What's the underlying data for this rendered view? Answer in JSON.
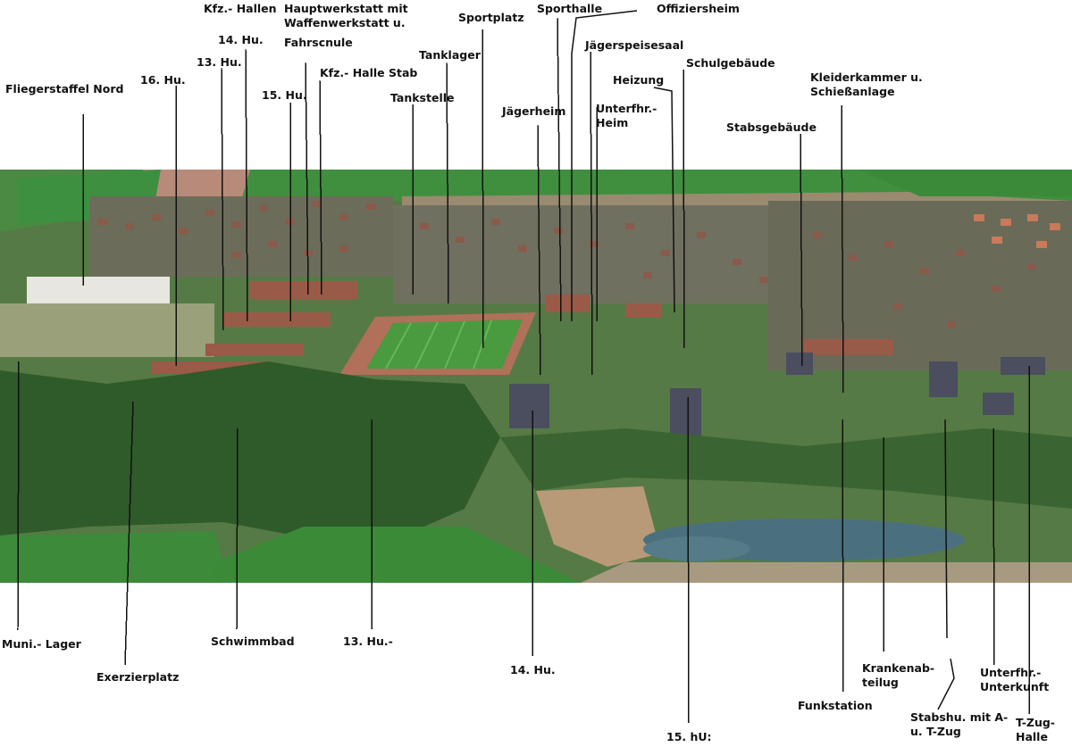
{
  "labels": {
    "top": [
      {
        "id": "kfz_hallen",
        "text": "Kfz.- Hallen"
      },
      {
        "id": "hauptwerkstatt",
        "text": "Hauptwerkstatt mit\nWaffenwerkstatt u."
      },
      {
        "id": "fahrschule",
        "text": "Fahrscnule"
      },
      {
        "id": "hu14_top",
        "text": "14. Hu."
      },
      {
        "id": "hu13_top",
        "text": "13. Hu."
      },
      {
        "id": "hu16",
        "text": "16. Hu."
      },
      {
        "id": "fliegerstaffel",
        "text": "Fliegerstaffel Nord"
      },
      {
        "id": "hu15_top",
        "text": "15. Hu."
      },
      {
        "id": "kfz_halle_stab",
        "text": "Kfz.- Halle Stab"
      },
      {
        "id": "tanklager",
        "text": "Tanklager"
      },
      {
        "id": "tankstelle",
        "text": "Tankstelle"
      },
      {
        "id": "sportplatz",
        "text": "Sportplatz"
      },
      {
        "id": "sporthalle",
        "text": "Sporthalle"
      },
      {
        "id": "offiziersheim",
        "text": "Offiziersheim"
      },
      {
        "id": "jaegerspeisesaal",
        "text": "Jägerspeisesaal"
      },
      {
        "id": "heizung",
        "text": "Heizung"
      },
      {
        "id": "schulgebaeude",
        "text": "Schulgebäude"
      },
      {
        "id": "jaegerheim",
        "text": "Jägerheim"
      },
      {
        "id": "unterfhr_heim",
        "text": "Unterfhr.-\nHeim"
      },
      {
        "id": "kleiderkammer",
        "text": "Kleiderkammer u.\nSchießanlage"
      },
      {
        "id": "stabsgebaeude",
        "text": "Stabsgebäude"
      }
    ],
    "bottom": [
      {
        "id": "muni_lager",
        "text": "Muni.- Lager"
      },
      {
        "id": "exerzierplatz",
        "text": "Exerzierplatz"
      },
      {
        "id": "schwimmbad",
        "text": "Schwimmbad"
      },
      {
        "id": "hu13_bottom",
        "text": "13. Hu.-"
      },
      {
        "id": "hu14_bottom",
        "text": "14. Hu."
      },
      {
        "id": "hu15_bottom",
        "text": "15. hU:"
      },
      {
        "id": "funkstation",
        "text": "Funkstation"
      },
      {
        "id": "krankenabteilung",
        "text": "Krankenab-\nteilug"
      },
      {
        "id": "stabshu",
        "text": "Stabshu. mit A-\nu. T-Zug"
      },
      {
        "id": "unterfhr_unterkunft",
        "text": "Unterfhr.-\nUnterkunft"
      },
      {
        "id": "t_zug_halle",
        "text": "T-Zug-\nHalle"
      }
    ]
  },
  "colors": {
    "field_green": "#3d8a3a",
    "field_light": "#5ea24a",
    "forest": "#2f5a2a",
    "roof_red": "#9a5a48",
    "roof_dark": "#4a4e5e",
    "track": "#b0705a",
    "pond": "#4a7080",
    "leader_line": "#111111"
  }
}
